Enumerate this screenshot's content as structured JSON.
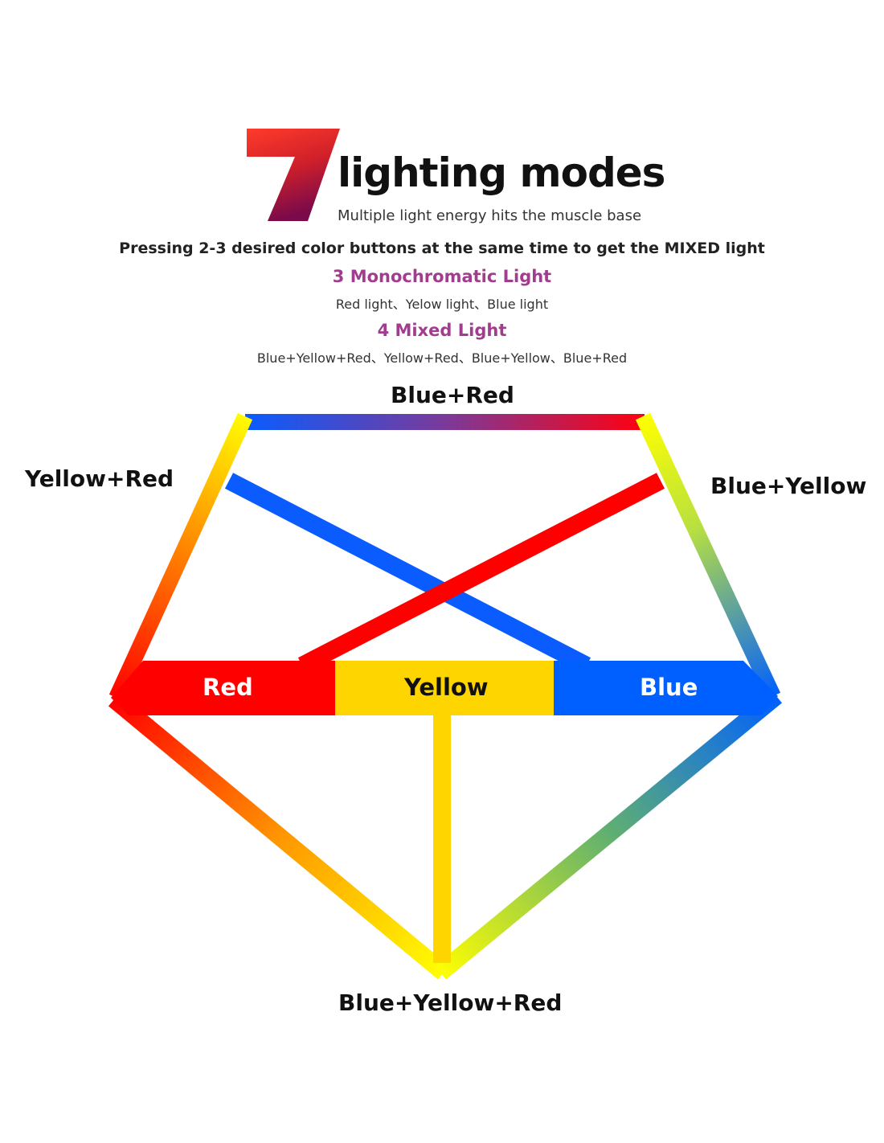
{
  "header": {
    "number": "7",
    "title": "lighting modes",
    "subtitle": "Multiple light energy hits the muscle base",
    "instruction": "Pressing  2-3 desired color buttons at the same time to get the MIXED light"
  },
  "monochromatic": {
    "heading": "3 Monochromatic Light",
    "items": "Red light、Yelow light、Blue light"
  },
  "mixed": {
    "heading": "4 Mixed Light",
    "items": "Blue+Yellow+Red、Yellow+Red、Blue+Yellow、Blue+Red"
  },
  "diagram": {
    "top_label": "Blue+Red",
    "left_label": "Yellow+Red",
    "right_label": "Blue+Yellow",
    "bottom_label": "Blue+Yellow+Red",
    "bands": [
      "Red",
      "Yellow",
      "Blue"
    ]
  },
  "colors": {
    "red": "#ff0000",
    "yellow": "#ffd500",
    "blue": "#0060ff",
    "accent": "#a23c8e"
  }
}
